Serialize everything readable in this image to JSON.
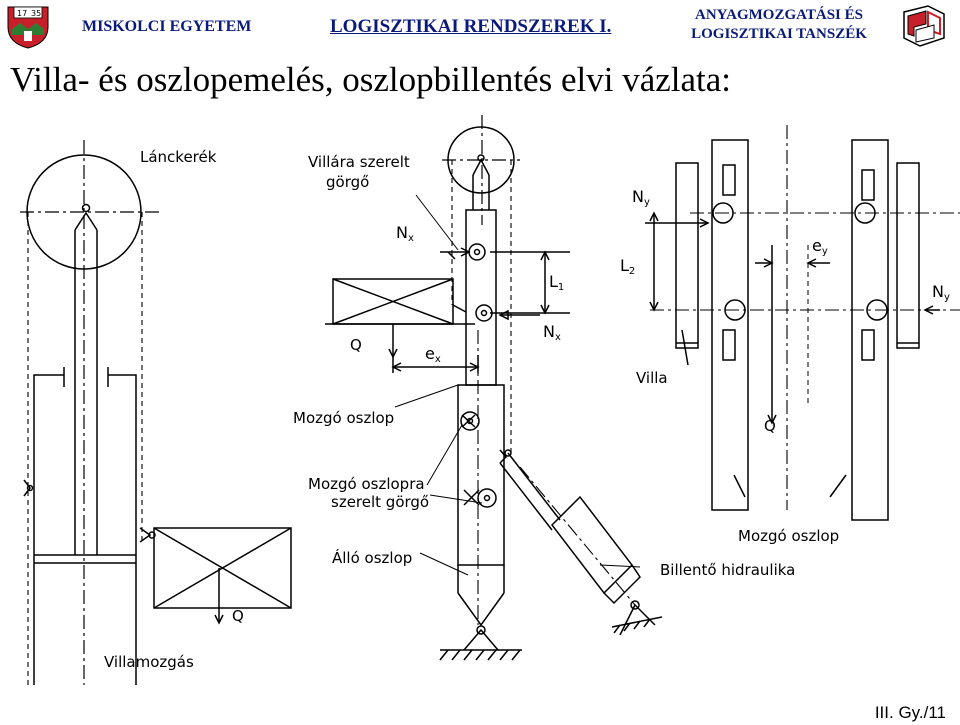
{
  "header": {
    "left": "MISKOLCI EGYETEM",
    "center": "LOGISZTIKAI RENDSZEREK I.",
    "right_line1": "ANYAGMOZGATÁSI ÉS",
    "right_line2": "LOGISZTIKAI TANSZÉK",
    "crest_year_left": "17",
    "crest_year_right": "35"
  },
  "title": "Villa- és oszlopemelés, oszlopbillentés elvi vázlata:",
  "labels": {
    "lanckerek": "Lánckerék",
    "villara1": "Villára szerelt",
    "villara2": "görgő",
    "q_left": "Q",
    "villamozgas": "Villamozgás",
    "q_mid": "Q",
    "mozgo_oszlop": "Mozgó oszlop",
    "mozgo_oszlopra1": "Mozgó oszlopra",
    "mozgo_oszlopra2": "szerelt görgő",
    "allo_oszlop": "Álló oszlop",
    "billento": "Billentő hidraulika",
    "villa": "Villa",
    "q_right": "Q",
    "mozgo_oszlop_right": "Mozgó oszlop",
    "n_main": "N",
    "n_x_sub": "x",
    "n_y_sub": "y",
    "e_main": "e",
    "l_main": "L",
    "l1_sub": "1",
    "l2_sub": "2"
  },
  "footer": {
    "page": "III. Gy./11"
  },
  "colors": {
    "header_text": "#0a1a7a",
    "crest_red": "#c8202a",
    "crest_green": "#2e7d32"
  }
}
